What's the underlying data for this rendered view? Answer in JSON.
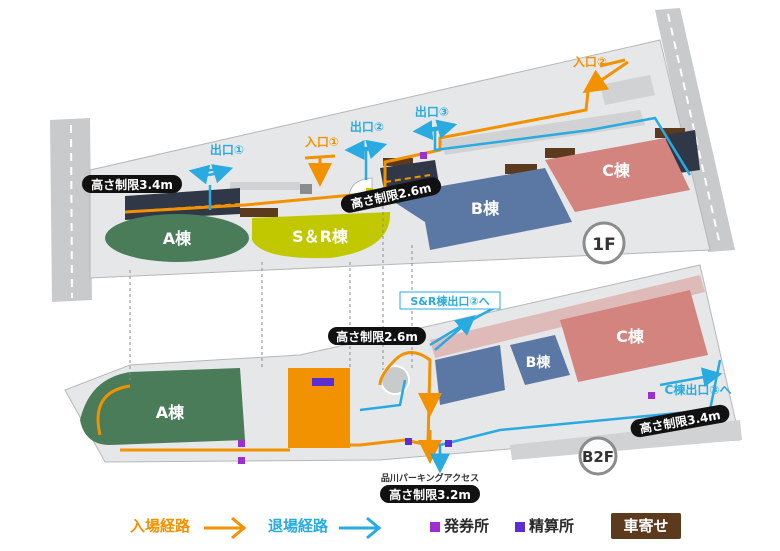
{
  "floor_1f": {
    "badge": "1F",
    "buildings": {
      "a": "A棟",
      "sr": "S＆R棟",
      "b": "B棟",
      "c": "C棟"
    },
    "entrances": {
      "in1": "入口①",
      "in2": "入口②",
      "out1": "出口①",
      "out2": "出口②",
      "out3": "出口③"
    },
    "height_limits": {
      "left": "高さ制限3.4m",
      "mid": "高さ制限2.6m"
    }
  },
  "floor_b2f": {
    "badge": "B2F",
    "buildings": {
      "a": "A棟",
      "b": "B棟",
      "c": "C棟"
    },
    "exit_sr": "S&R棟出口②へ",
    "exit_c": "C棟出口③へ",
    "height_limits": {
      "mid": "高さ制限2.6m",
      "right": "高さ制限3.4m",
      "bottom": "高さ制限3.2m"
    },
    "parking_access": "品川パーキングアクセス"
  },
  "legend": {
    "entry_route": "入場経路",
    "exit_route": "退場経路",
    "ticket_office": "発券所",
    "payment_office": "精算所",
    "car_porch": "車寄せ"
  },
  "colors": {
    "entry_orange": "#f39200",
    "exit_cyan": "#29abe2",
    "a_building": "#4a7c59",
    "sr_building": "#c2c800",
    "b_building": "#5b77a3",
    "c_building": "#d4847e",
    "ticket_purple": "#9d2fd0",
    "payment_purple": "#5a2ed0",
    "car_porch_brown": "#5b3a1e"
  }
}
